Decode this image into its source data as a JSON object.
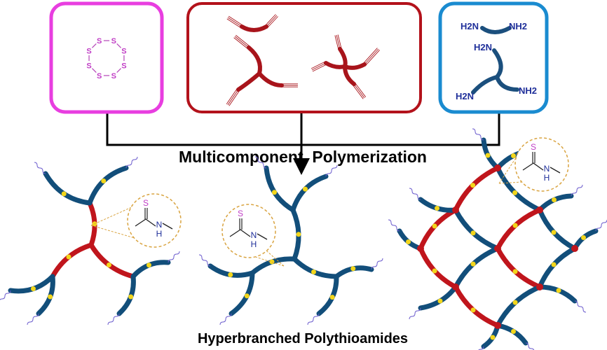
{
  "title": "Multicomponent  Polymerization",
  "caption": "Hyperbranched Polythioamides",
  "sulfur_box": {
    "atoms": [
      "S",
      "S",
      "S",
      "S",
      "S",
      "S",
      "S",
      "S"
    ]
  },
  "amine_box": {
    "labels": [
      "H2N",
      "NH2",
      "H2N",
      "H2N",
      "NH2"
    ]
  },
  "thioamide": {
    "s": "S",
    "n": "N",
    "h": "H"
  },
  "colors": {
    "pink": "#e83ee0",
    "red": "#b3121b",
    "blue": "#1a8bd0",
    "navy": "#1f2f9a",
    "chainRed": "#c0151c",
    "chainBlue": "#124e7a",
    "yellow": "#f3d61b",
    "gold": "#d9a441"
  }
}
